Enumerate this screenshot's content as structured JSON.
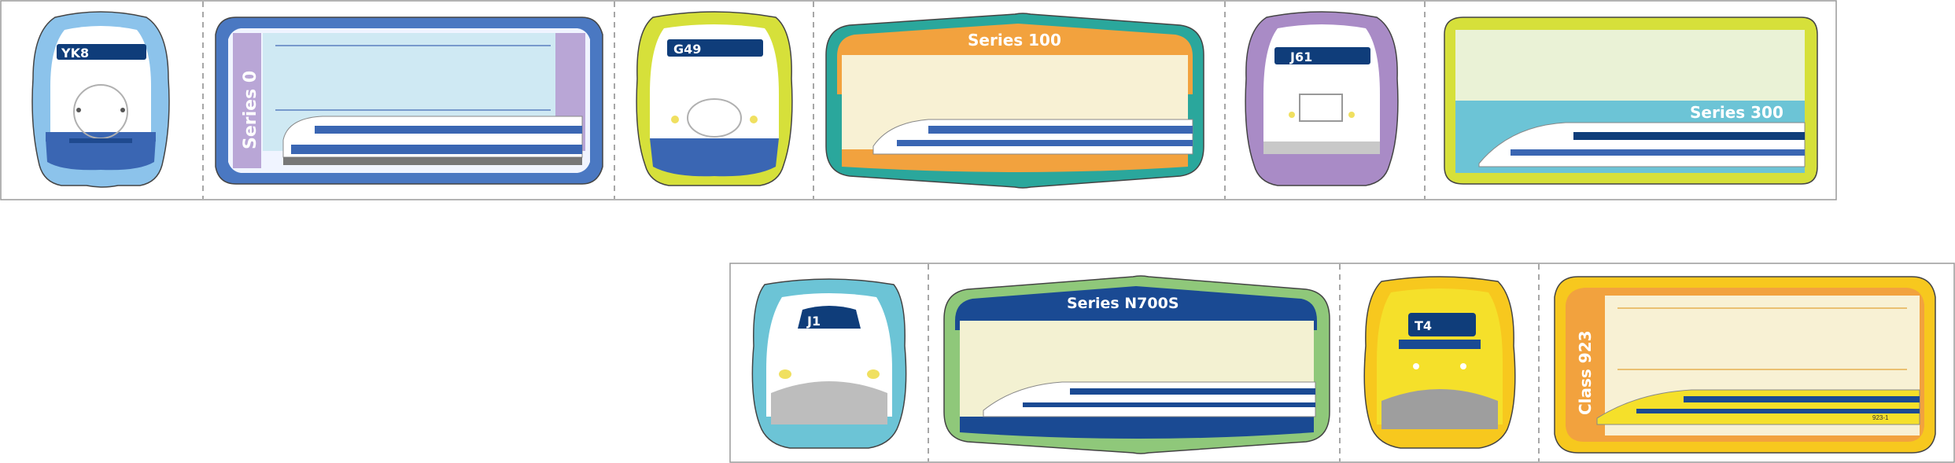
{
  "stickers": {
    "yk8_number": "YK8",
    "series0_label": "Series 0",
    "g49_number": "G49",
    "series100_label": "Series 100",
    "j61_number": "J61",
    "series300_label": "Series 300",
    "j1_number": "J1",
    "n700s_label": "Series N700S",
    "t4_number": "T4",
    "class923_label": "Class 923",
    "class923_car": "923-1"
  },
  "colors": {
    "blue_light": "#8cc3eb",
    "blue_dark": "#3a66b3",
    "navy": "#0f3d7a",
    "lime": "#d6e03a",
    "teal": "#2aa79c",
    "orange": "#f2a23e",
    "purple": "#a98bc6",
    "sky": "#6cc4d6",
    "green": "#8fc87a",
    "yellow": "#f7c81e",
    "doctor_yellow": "#f5e02a"
  }
}
